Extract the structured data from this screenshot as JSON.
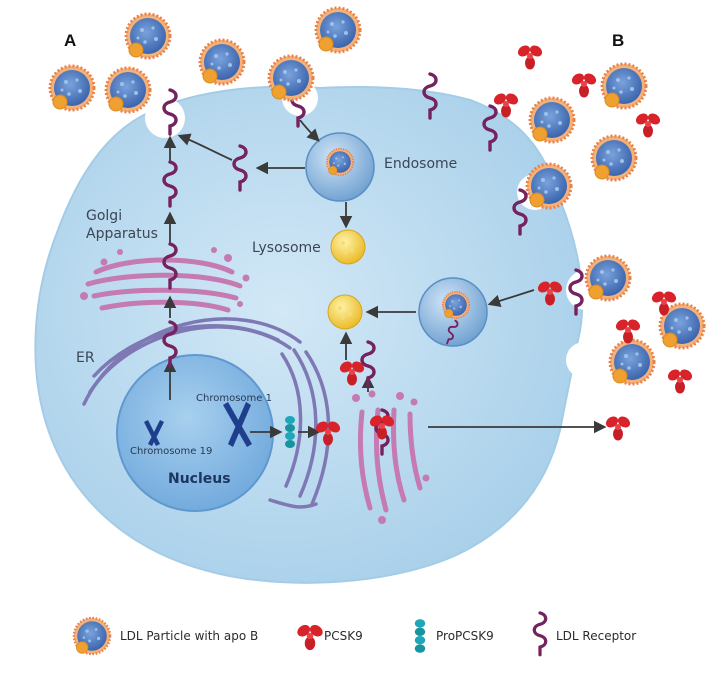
{
  "panels": {
    "a": "A",
    "b": "B"
  },
  "labels": {
    "golgi_line1": "Golgi",
    "golgi_line2": "Apparatus",
    "er": "ER",
    "endosome": "Endosome",
    "lysosome": "Lysosome",
    "chromosome_1": "Chromosome 1",
    "chromosome_19": "Chromosome 19",
    "nucleus": "Nucleus"
  },
  "legend": {
    "ldl": "LDL Particle with apo B",
    "pcsk9": "PCSK9",
    "propcsk9": "ProPCSK9",
    "ldlr": "LDL Receptor"
  },
  "colors": {
    "cell": "#bcdcf0",
    "cell_edge": "#a4cce6",
    "nucleus": "#8fbfe6",
    "er": "#7e78b4",
    "golgi": "#c57ab2",
    "pcsk9": "#d8232a",
    "propcsk9": "#1ea7b8",
    "receptor": "#74235e",
    "ldl_core": "#4f7cc4",
    "ldl_rim": "#e8824a",
    "apob": "#f0a030",
    "lysosome": "#f2cc3c",
    "arrow": "#3a3a3a"
  }
}
